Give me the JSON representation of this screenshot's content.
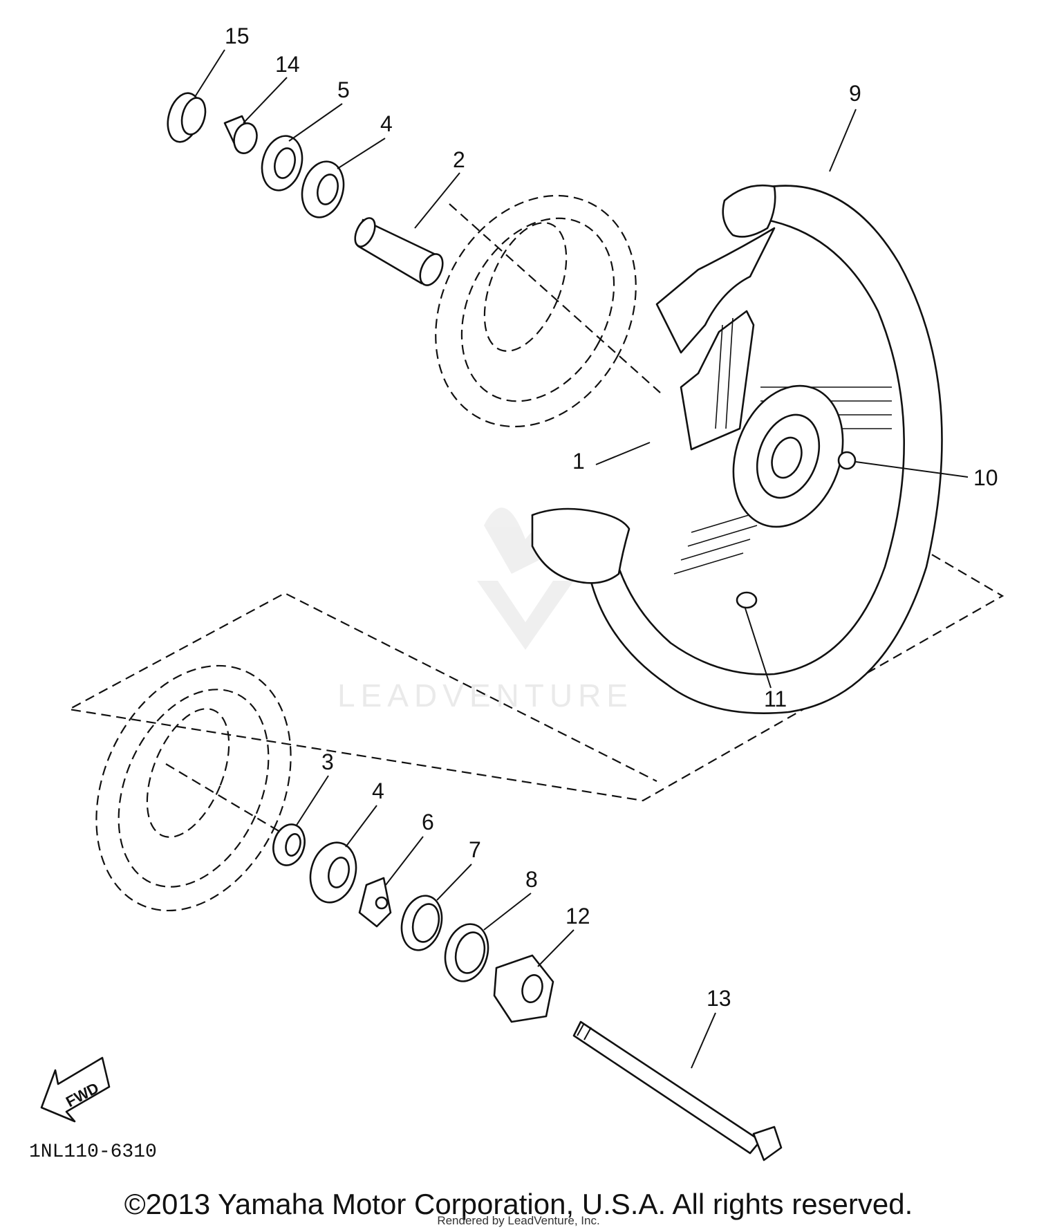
{
  "diagram": {
    "callouts": {
      "c15": "15",
      "c14": "14",
      "c5": "5",
      "c4a": "4",
      "c2": "2",
      "c9": "9",
      "c1": "1",
      "c10": "10",
      "c11": "11",
      "c3": "3",
      "c4b": "4",
      "c6": "6",
      "c7": "7",
      "c8": "8",
      "c12": "12",
      "c13": "13"
    },
    "fwd_label": "FWD",
    "part_code": "1NL110-6310",
    "watermark": "LEADVENTURE"
  },
  "footer": {
    "copyright": "©2013 Yamaha Motor Corporation, U.S.A. All rights reserved.",
    "rendered_by": "Rendered by LeadVenture, Inc."
  }
}
